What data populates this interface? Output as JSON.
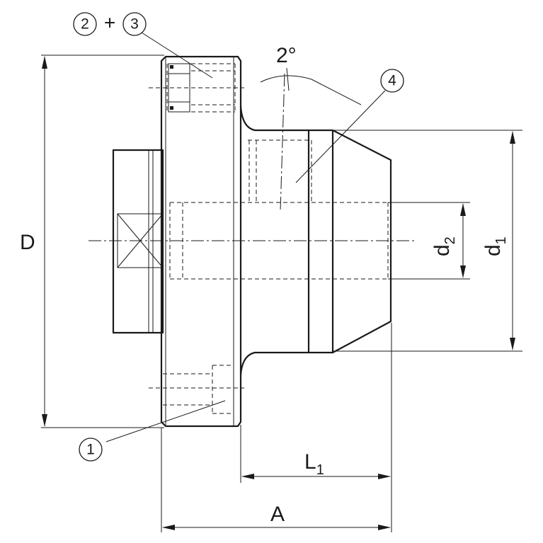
{
  "labels": {
    "D": "D",
    "A": "A",
    "L1": {
      "main": "L",
      "sub": "1"
    },
    "d1": {
      "main": "d",
      "sub": "1"
    },
    "d2": {
      "main": "d",
      "sub": "2"
    },
    "angle": "2°"
  },
  "callouts": {
    "c1": "1",
    "c2": "2",
    "c3": "3",
    "c4": "4",
    "plus": "+"
  }
}
